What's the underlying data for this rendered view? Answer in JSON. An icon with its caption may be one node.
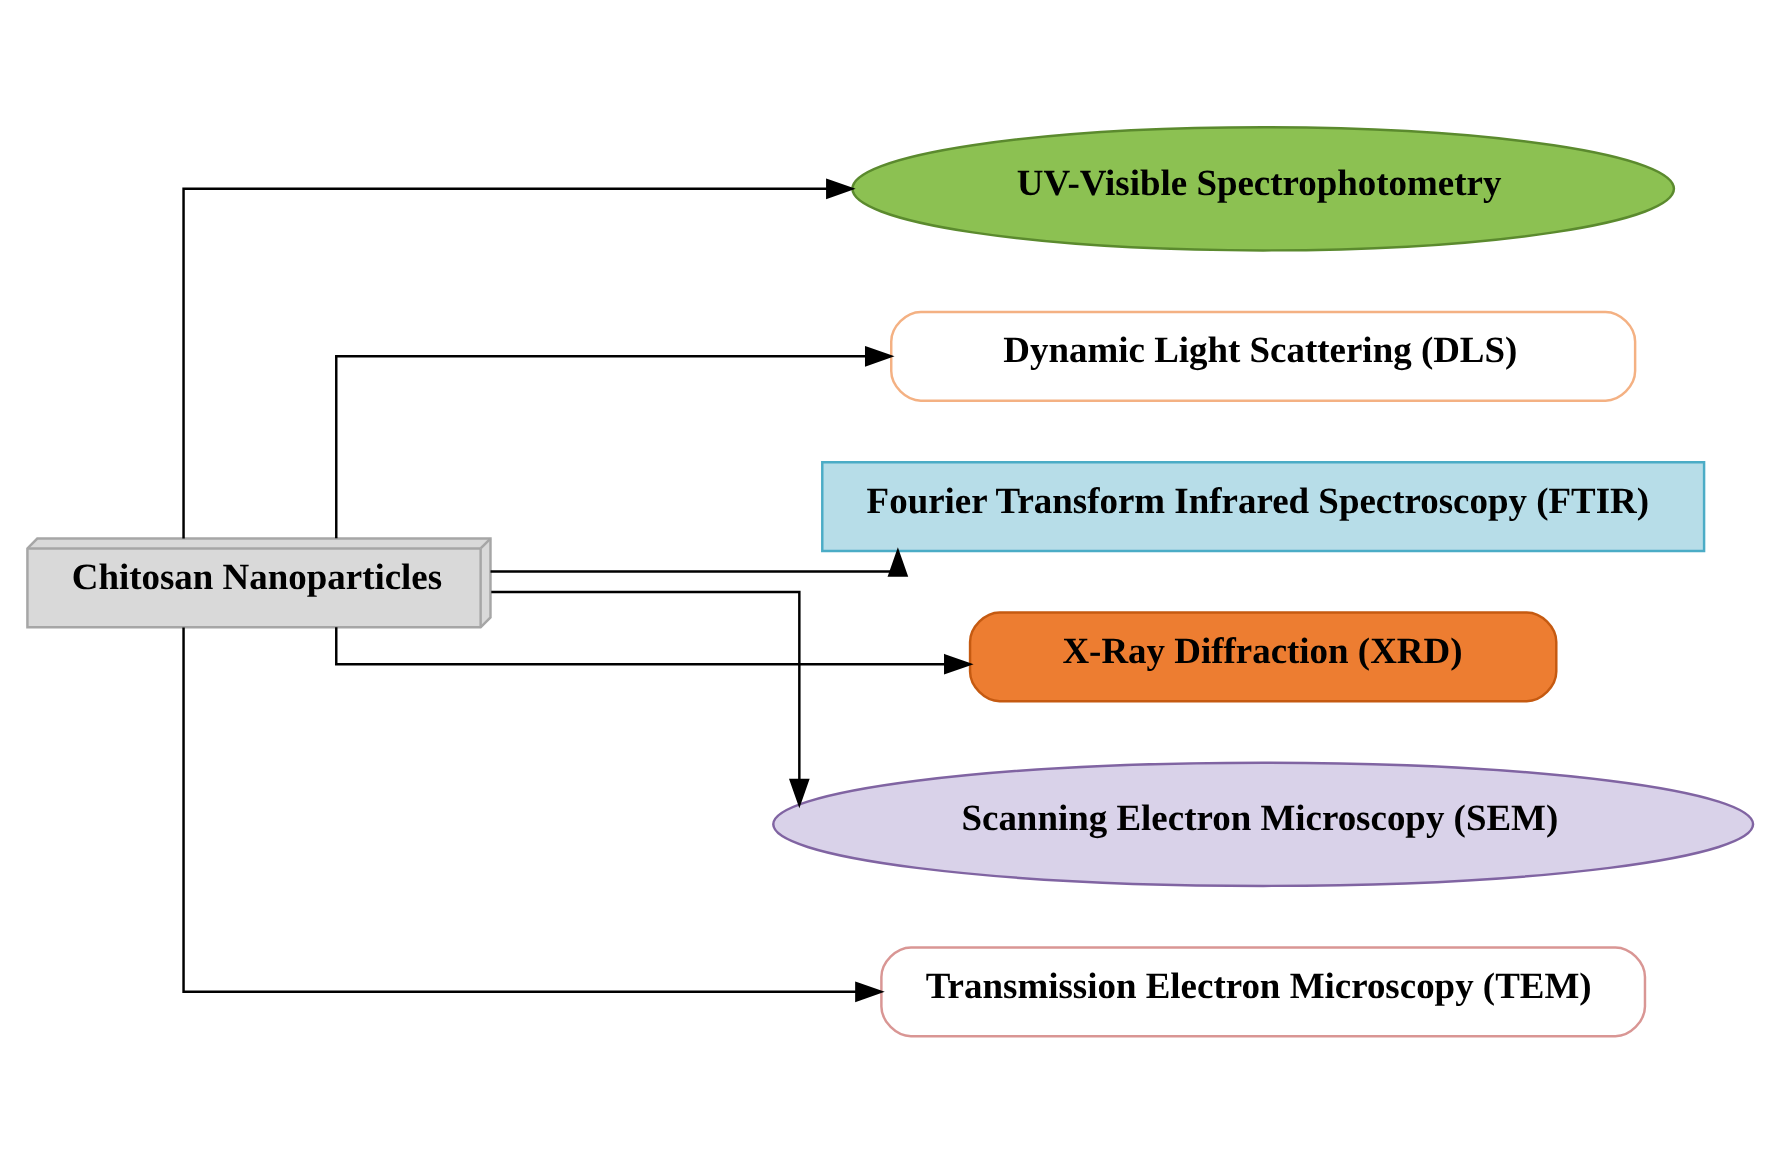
{
  "diagram": {
    "nodes": [
      {
        "text": [
          "Chitosan Nanoparticles"
        ]
      },
      {
        "text": [
          "UV-Visible Spectrophotometry"
        ]
      },
      {
        "text": [
          "Dynamic Light Scattering (DLS)"
        ]
      },
      {
        "text": [
          "Fourier Transform Infrared Spectroscopy (FTIR)"
        ]
      },
      {
        "text": [
          "X-Ray Diffraction (XRD)"
        ]
      },
      {
        "text": [
          "Scanning Electron Microscopy (SEM)"
        ]
      },
      {
        "text": [
          "Transmission Electron Microscopy (TEM)"
        ]
      }
    ],
    "edges": [
      {
        "from": 0,
        "to": 1,
        "arrow": "to"
      },
      {
        "from": 0,
        "to": 2,
        "arrow": "to"
      },
      {
        "from": 0,
        "to": 3,
        "arrow": "to"
      },
      {
        "from": 0,
        "to": 4,
        "arrow": "to"
      },
      {
        "from": 0,
        "to": 5,
        "arrow": "to"
      },
      {
        "from": 0,
        "to": 6,
        "arrow": "to"
      }
    ]
  }
}
